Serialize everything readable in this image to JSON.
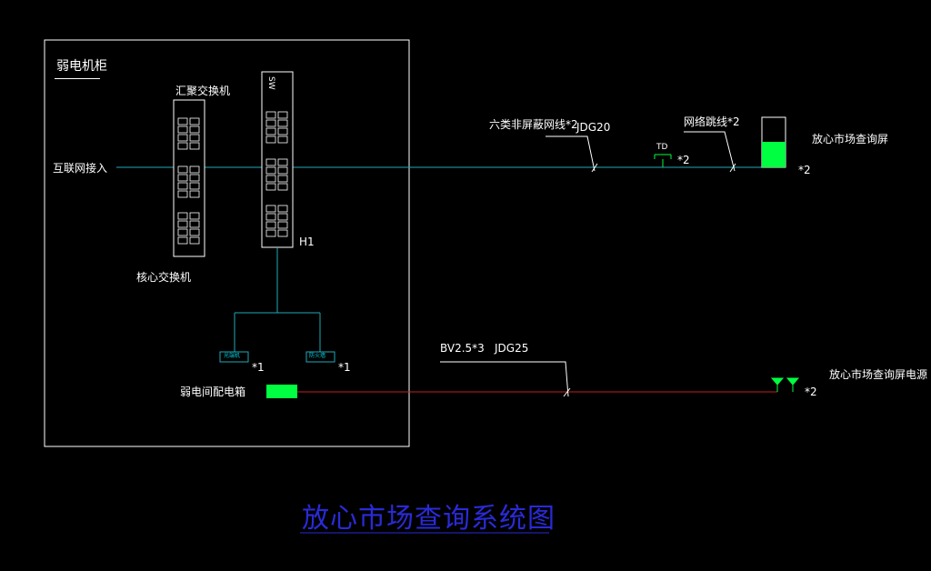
{
  "cabinet": {
    "title": "弱电机柜"
  },
  "labels": {
    "internet": "互联网接入",
    "aggregation_switch": "汇聚交换机",
    "core_switch": "核心交换机",
    "sw": "SW",
    "h1": "H1",
    "cable1": "六类非屏蔽网线*2",
    "jdg20": "JDG20",
    "td": "TD",
    "mult2a": "*2",
    "patch_cable": "网络跳线*2",
    "mult2b": "*2",
    "screen": "放心市场查询屏",
    "bv": "BV2.5*3",
    "jdg25": "JDG25",
    "dist_box": "弱电间配电箱",
    "mult1a": "*1",
    "mult1b": "*1",
    "mult2c": "*2",
    "power": "放心市场查询屏电源",
    "device1": "光端机",
    "device2": "防火墙"
  },
  "title": "放心市场查询系统图",
  "colors": {
    "background": "#000000",
    "network_line": "#1fa8b8",
    "power_line": "#c02020",
    "equipment": "#00ff40",
    "title": "#2a2ad8"
  }
}
